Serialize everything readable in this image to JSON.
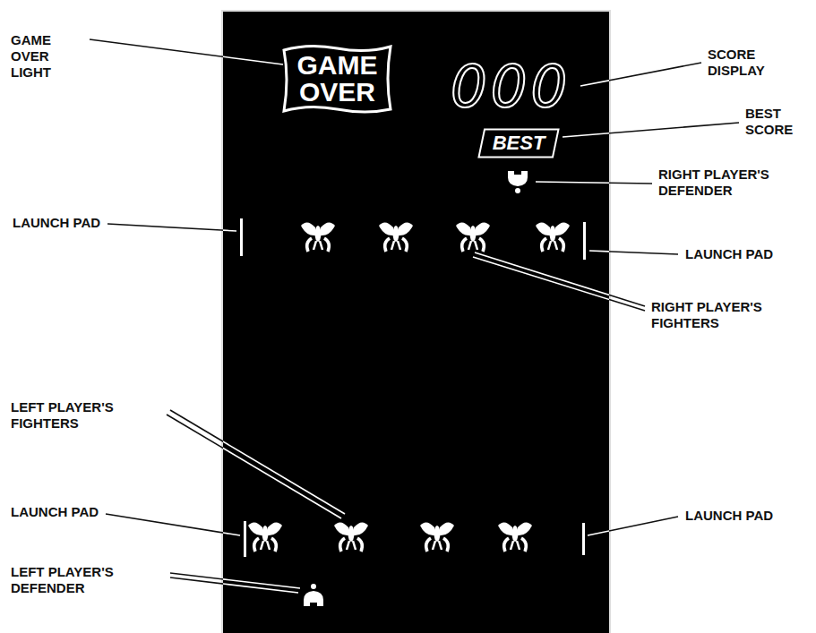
{
  "diagram": {
    "nodes": [
      {
        "text": [
          "GAME OVER"
        ]
      },
      {
        "text": [
          "BEST"
        ]
      }
    ],
    "labels": [
      "GAME OVER LIGHT",
      "SCORE DISPLAY",
      "000",
      "BEST SCORE",
      "RIGHT PLAYER'S DEFENDER",
      "LAUNCH PAD",
      "LAUNCH PAD",
      "RIGHT PLAYER'S FIGHTERS",
      "LEFT PLAYER'S FIGHTERS",
      "LAUNCH PAD",
      "LAUNCH PAD",
      "LEFT PLAYER'S DEFENDER"
    ]
  }
}
